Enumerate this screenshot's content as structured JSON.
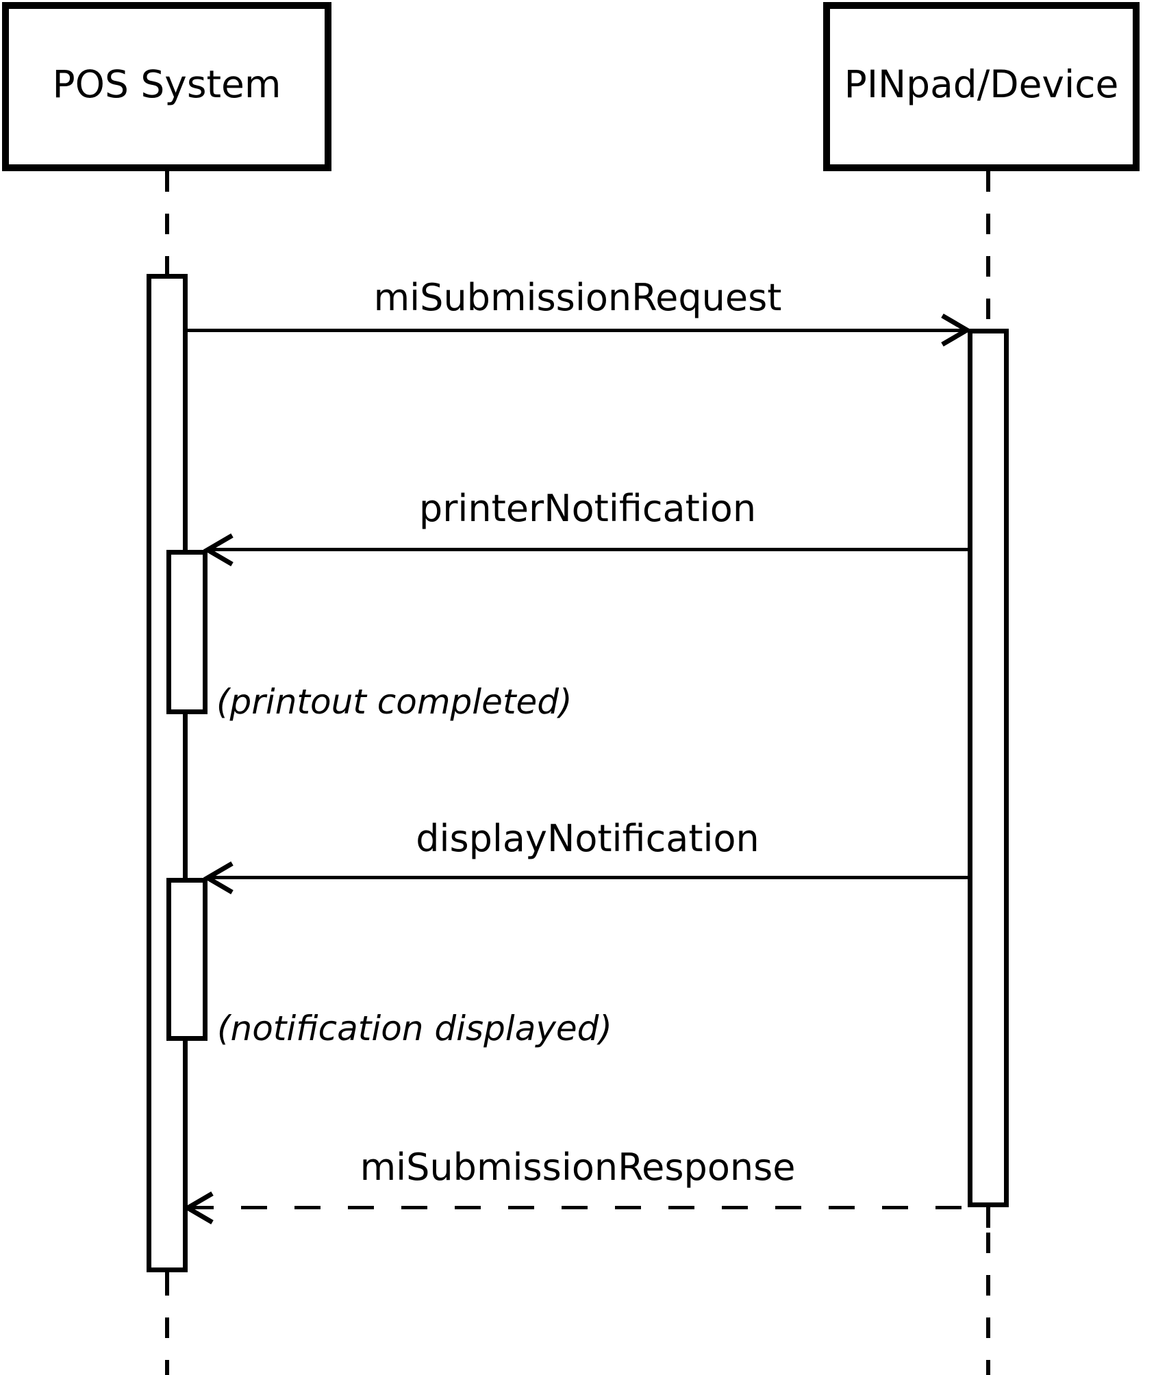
{
  "diagram": {
    "type": "uml-sequence",
    "background_color": "#ffffff",
    "stroke_color": "#000000"
  },
  "actors": [
    {
      "name": "POS System"
    },
    {
      "name": "PINpad/Device"
    }
  ],
  "messages": [
    {
      "label": "miSubmissionRequest",
      "from": "POS System",
      "to": "PINpad/Device",
      "line_style": "solid",
      "arrow": "open"
    },
    {
      "label": "printerNotification",
      "from": "PINpad/Device",
      "to": "POS System",
      "line_style": "solid",
      "arrow": "open"
    },
    {
      "label": "displayNotification",
      "from": "PINpad/Device",
      "to": "POS System",
      "line_style": "solid",
      "arrow": "open"
    },
    {
      "label": "miSubmissionResponse",
      "from": "PINpad/Device",
      "to": "POS System",
      "line_style": "dashed",
      "arrow": "open"
    }
  ],
  "annotations": [
    {
      "label": "(printout completed)"
    },
    {
      "label": "(notification displayed)"
    }
  ]
}
